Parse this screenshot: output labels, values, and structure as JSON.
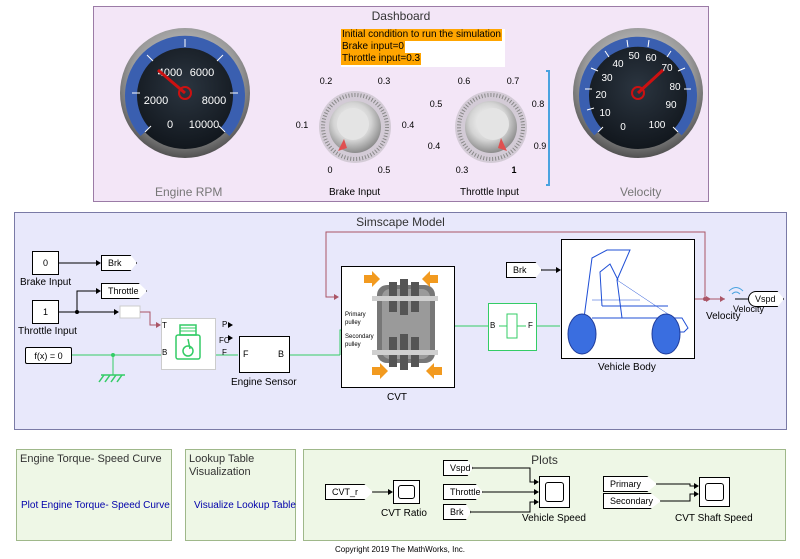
{
  "dashboard": {
    "title": "Dashboard",
    "rpm_gauge": {
      "label": "Engine RPM",
      "ticks": [
        "0",
        "2000",
        "4000",
        "6000",
        "8000",
        "10000"
      ]
    },
    "velocity_gauge": {
      "label": "Velocity",
      "ticks": [
        "0",
        "10",
        "20",
        "30",
        "40",
        "50",
        "60",
        "70",
        "80",
        "90",
        "100"
      ]
    },
    "brake_knob": {
      "label": "Brake Input",
      "ticks": [
        "0",
        "0.1",
        "0.2",
        "0.3",
        "0.4",
        "0.5"
      ]
    },
    "throttle_knob": {
      "label": "Throttle Input",
      "ticks": [
        "0.3",
        "0.4",
        "0.5",
        "0.6",
        "0.7",
        "0.8",
        "0.9",
        "1"
      ]
    },
    "note_lines": [
      "Initial condition to run the simulation",
      "Brake input=0",
      "Throttle input=0.3"
    ],
    "colors": {
      "area_bg": "#f3e6f7",
      "note_bg": "#ffa500",
      "gauge_band": "#3a5fb0",
      "needle": "#cc1111",
      "bracket": "#4aa3e0"
    }
  },
  "model": {
    "title": "Simscape Model",
    "brake_const": {
      "value": "0",
      "label": "Brake Input"
    },
    "throttle_const": {
      "value": "1",
      "label": "Throttle Input"
    },
    "goto_brk": "Brk",
    "goto_throttle": "Throttle",
    "fx_block": "f(x) = 0",
    "engine_ports": [
      "P",
      "FC",
      "F",
      "T",
      "B"
    ],
    "engine_sensor": {
      "label": "Engine Sensor",
      "port_f": "F",
      "port_b": "B"
    },
    "cvt": {
      "label": "CVT",
      "primary": "Primary pulley",
      "secondary": "Secondary pulley"
    },
    "conn_ports": {
      "b": "B",
      "f": "F"
    },
    "vehicle": {
      "label": "Vehicle Body",
      "from_brk": "Brk"
    },
    "velocity": {
      "label": "Velocity",
      "goto_vspd": "Vspd",
      "wire_label": "Velocity"
    },
    "colors": {
      "area_bg": "#e8e8fb",
      "physical_line": "#33cc66",
      "signal_line": "#000000",
      "feedback_line": "#aa5566"
    }
  },
  "bottom": {
    "torque": {
      "title": "Engine Torque- Speed Curve",
      "link": "Plot Engine Torque- Speed Curve"
    },
    "lookup": {
      "title": "Lookup Table Visualization",
      "link": "Visualize Lookup Table"
    },
    "plots": {
      "title": "Plots",
      "cvt_from": "CVT_r",
      "cvt_scope": "CVT Ratio",
      "vspd_from": "Vspd",
      "throttle_from": "Throttle",
      "brk_from": "Brk",
      "vehicle_scope": "Vehicle Speed",
      "primary_from": "Primary",
      "secondary_from": "Secondary",
      "shaft_scope": "CVT Shaft Speed"
    },
    "colors": {
      "area_bg": "#eef7e6"
    }
  },
  "copyright": "Copyright 2019 The MathWorks, Inc."
}
